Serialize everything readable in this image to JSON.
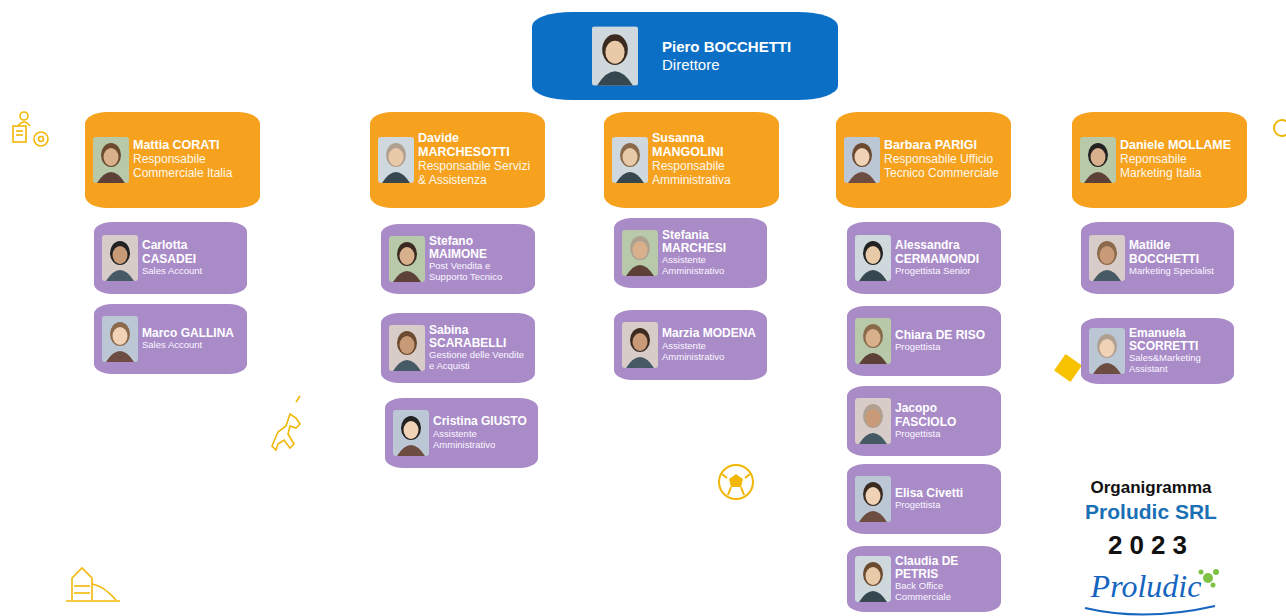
{
  "diagram": {
    "nodes": [
      {
        "text": [
          "Piero BOCCHETTI",
          "Direttore"
        ]
      },
      {
        "text": [
          "Mattia CORATI",
          "Responsabile Commerciale Italia"
        ]
      },
      {
        "text": [
          "Carlotta CASADEI",
          "Sales Account"
        ]
      },
      {
        "text": [
          "Marco GALLINA",
          "Sales Account"
        ]
      },
      {
        "text": [
          "Davide MARCHESOTTI",
          "Responsabile Servizi & Assistenza"
        ]
      },
      {
        "text": [
          "Stefano MAIMONE",
          "Post Vendita e Supporto Tecnico"
        ]
      },
      {
        "text": [
          "Sabina SCARABELLI",
          "Gestione delle Vendite e Acquisti"
        ]
      },
      {
        "text": [
          "Cristina GIUSTO",
          "Assistente Amministrativo"
        ]
      },
      {
        "text": [
          "Susanna MANGOLINI",
          "Responsabile Amministrativa"
        ]
      },
      {
        "text": [
          "Stefania MARCHESI",
          "Assistente Amministrativo"
        ]
      },
      {
        "text": [
          "Marzia MODENA",
          "Assistente Amministrativo"
        ]
      },
      {
        "text": [
          "Barbara PARIGI",
          "Responsabile Ufficio Tecnico Commerciale"
        ]
      },
      {
        "text": [
          "Alessandra CERMAMONDI",
          "Progettista Senior"
        ]
      },
      {
        "text": [
          "Chiara DE RISO",
          "Progettista"
        ]
      },
      {
        "text": [
          "Jacopo FASCIOLO",
          "Progettista"
        ]
      },
      {
        "text": [
          "Elisa Civetti",
          "Progettista"
        ]
      },
      {
        "text": [
          "Claudia DE PETRIS",
          "Back Office Commerciale"
        ]
      },
      {
        "text": [
          "Daniele MOLLAME",
          "Reponsabile Marketing Italia"
        ]
      },
      {
        "text": [
          "Matilde BOCCHETTI",
          "Marketing Specialist"
        ]
      },
      {
        "text": [
          "Emanuela SCORRETTI",
          "Sales&Marketing Assistant"
        ]
      }
    ],
    "labels": [
      "Organigramma",
      "Proludic SRL",
      "2023",
      "Proludic"
    ]
  }
}
